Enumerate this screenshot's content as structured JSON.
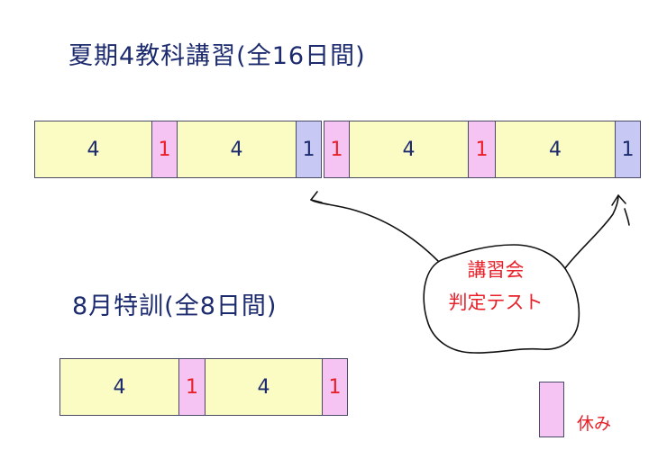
{
  "titles": {
    "summer": "夏期4教科講習(全16日間)",
    "august": "8月特訓(全8日間)"
  },
  "summer_row": [
    {
      "type": "study",
      "label": "4"
    },
    {
      "type": "rest",
      "label": "1"
    },
    {
      "type": "study",
      "label": "4"
    },
    {
      "type": "test",
      "label": "1"
    },
    {
      "type": "rest",
      "label": "1"
    },
    {
      "type": "study",
      "label": "4"
    },
    {
      "type": "rest",
      "label": "1"
    },
    {
      "type": "study",
      "label": "4"
    },
    {
      "type": "test",
      "label": "1"
    }
  ],
  "august_row": [
    {
      "type": "study",
      "label": "4"
    },
    {
      "type": "rest",
      "label": "1"
    },
    {
      "type": "study",
      "label": "4"
    },
    {
      "type": "rest",
      "label": "1"
    }
  ],
  "callout": {
    "line1": "講習会",
    "line2": "判定テスト"
  },
  "legend": {
    "label": "休み"
  },
  "colors": {
    "study": "#fbfbc4",
    "rest": "#f5c4f2",
    "test": "#c8c8f4",
    "text_dark": "#1c2a6e",
    "text_red": "#e8202a"
  }
}
